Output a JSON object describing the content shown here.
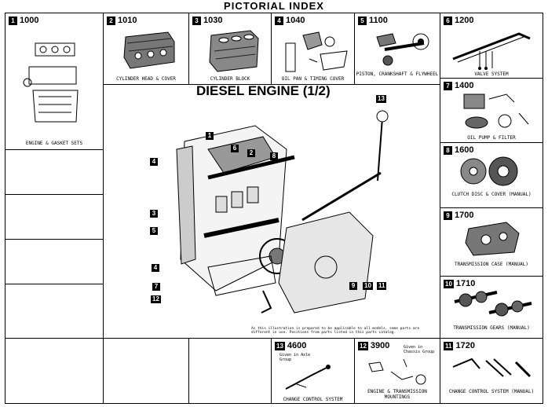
{
  "page_title": "PICTORIAL INDEX",
  "main_title": "DIESEL ENGINE (1/2)",
  "sections": [
    {
      "num": "1",
      "code": "1000",
      "caption": "ENGINE & GASKET SETS"
    },
    {
      "num": "2",
      "code": "1010",
      "caption": "CYLINDER HEAD & COVER"
    },
    {
      "num": "3",
      "code": "1030",
      "caption": "CYLINDER BLOCK"
    },
    {
      "num": "4",
      "code": "1040",
      "caption": "OIL PAN & TIMING COVER"
    },
    {
      "num": "5",
      "code": "1100",
      "caption": "PISTON, CRANKSHAFT & FLYWHEEL"
    },
    {
      "num": "6",
      "code": "1200",
      "caption": "VALVE SYSTEM"
    },
    {
      "num": "7",
      "code": "1400",
      "caption": "OIL PUMP & FILTER"
    },
    {
      "num": "8",
      "code": "1600",
      "caption": "CLUTCH DISC & COVER (MANUAL)"
    },
    {
      "num": "9",
      "code": "1700",
      "caption": "TRANSMISSION CASE (MANUAL)"
    },
    {
      "num": "10",
      "code": "1710",
      "caption": "TRANSMISSION GEARS (MANUAL)"
    },
    {
      "num": "11",
      "code": "1720",
      "caption": "CHANGE CONTROL SYSTEM (MANUAL)"
    },
    {
      "num": "12",
      "code": "3900",
      "caption": "ENGINE & TRANSMISSION MOUNTINGS",
      "sub_note": "Given in Chassis Group"
    },
    {
      "num": "13",
      "code": "4600",
      "caption": "CHANGE CONTROL SYSTEM",
      "sub_note": "Given in Axle Group"
    }
  ],
  "callouts": [
    "1",
    "6",
    "2",
    "8",
    "13",
    "4",
    "3",
    "5",
    "4",
    "7",
    "12",
    "9",
    "10",
    "11"
  ],
  "footnote": "As this illustration is prepared to be applicable to all models, some parts are different in use. Positions from parts listed in this parts catalog."
}
